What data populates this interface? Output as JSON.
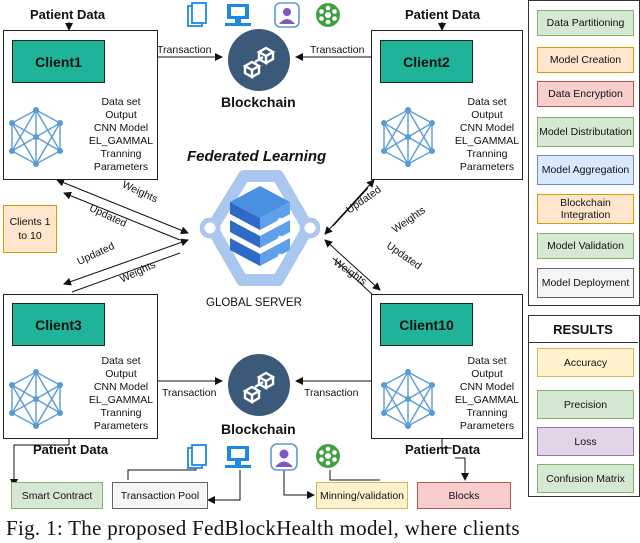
{
  "patient_data_label": "Patient Data",
  "clients": {
    "c1": {
      "name": "Client1"
    },
    "c2": {
      "name": "Client2"
    },
    "c3": {
      "name": "Client3"
    },
    "c10": {
      "name": "Client10"
    }
  },
  "client_params": [
    "Data set",
    "Output",
    "CNN Model",
    "EL_GAMMAL",
    "Tranning",
    "Parameters"
  ],
  "blockchain_label": "Blockchain",
  "federated_learning_label": "Federated Learning",
  "global_server_label": "GLOBAL SERVER",
  "clients_range_label": "Clients 1\nto 10",
  "flow_labels": {
    "transaction": "Transaction",
    "weights": "Weights",
    "updated": "Updated"
  },
  "steps": [
    {
      "label": "Data Partitioning",
      "bg": "#d5e8d4",
      "border": "#82b366"
    },
    {
      "label": "Model Creation",
      "bg": "#ffe6cc",
      "border": "#d79b00"
    },
    {
      "label": "Data Encryption",
      "bg": "#f8cecc",
      "border": "#b85450"
    },
    {
      "label": "Model Distributation",
      "bg": "#d5e8d4",
      "border": "#82b366"
    },
    {
      "label": "Model Aggregation",
      "bg": "#dae8fc",
      "border": "#6c8ebf"
    },
    {
      "label": "Blockchain Integration",
      "bg": "#ffe6cc",
      "border": "#d79b00"
    },
    {
      "label": "Model Validation",
      "bg": "#d5e8d4",
      "border": "#82b366"
    },
    {
      "label": "Model Deployment",
      "bg": "#f5f5f5",
      "border": "#666666"
    }
  ],
  "results": {
    "title": "RESULTS",
    "items": [
      {
        "label": "Accuracy",
        "bg": "#fff2cc",
        "border": "#d6b656"
      },
      {
        "label": "Precision",
        "bg": "#d5e8d4",
        "border": "#82b366"
      },
      {
        "label": "Loss",
        "bg": "#e1d5e7",
        "border": "#9673a6"
      },
      {
        "label": "Confusion Matrix",
        "bg": "#d5e8d4",
        "border": "#82b366"
      }
    ]
  },
  "bottom_boxes": {
    "smart_contract": {
      "label": "Smart Contract",
      "bg": "#d5e8d4",
      "border": "#82b366"
    },
    "transaction_pool": {
      "label": "Transaction Pool",
      "bg": "#f5f5f5",
      "border": "#666666"
    },
    "mining": {
      "label": "Minning/validation",
      "bg": "#fff2cc",
      "border": "#d6b656"
    },
    "blocks": {
      "label": "Blocks",
      "bg": "#f8cecc",
      "border": "#b85450"
    }
  },
  "caption": "Fig. 1: The proposed FedBlockHealth model, where clients"
}
